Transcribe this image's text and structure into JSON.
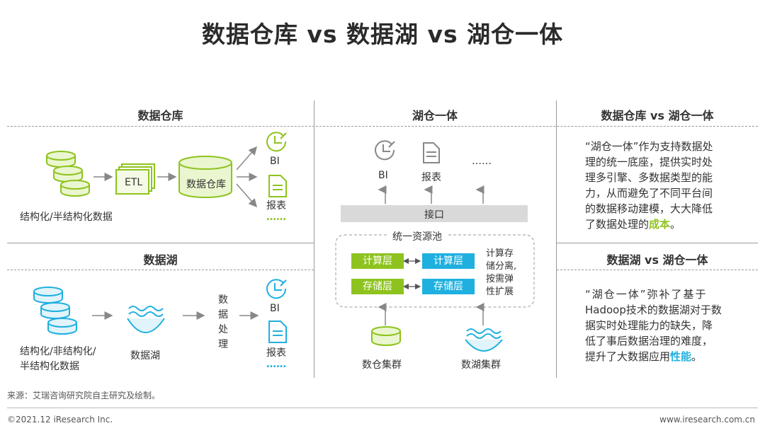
{
  "title": "数据仓库 vs 数据湖 vs 湖仓一体",
  "left": {
    "warehouse": {
      "header": "数据仓库",
      "source_label": "结构化/半结构化数据",
      "etl_label": "ETL",
      "store_label": "数据仓库",
      "outputs": [
        "BI",
        "报表",
        "……"
      ]
    },
    "lake": {
      "header": "数据湖",
      "source_label_1": "结构化/非结构化/",
      "source_label_2": "半结构化数据",
      "store_label": "数据湖",
      "process_label": [
        "数",
        "据",
        "处",
        "理"
      ],
      "outputs": [
        "BI",
        "报表",
        "……"
      ]
    }
  },
  "middle": {
    "header": "湖仓一体",
    "outputs": [
      "BI",
      "报表",
      "……"
    ],
    "interface_label": "接口",
    "pool_label": "统一资源池",
    "compute_label": "计算层",
    "storage_label": "存储层",
    "note_lines": [
      "计算存",
      "储分离,",
      "按需弹",
      "性扩展"
    ],
    "source_left": "数仓集群",
    "source_right": "数湖集群"
  },
  "right": {
    "block1": {
      "header": "数据仓库 vs 湖仓一体",
      "lines": [
        "“湖仓一体”作为支持数据处",
        "理的统一底座，提供实时处",
        "理多引擎、多数据类型的能",
        "力，从而避免了不同平台间",
        "的数据移动建模，大大降低"
      ],
      "last_prefix": "了数据处理的",
      "highlight": "成本",
      "last_suffix": "。"
    },
    "block2": {
      "header": "数据湖 vs 湖仓一体",
      "lines": [
        "“湖仓一体”弥补了基于",
        "Hadoop技术的数据湖对于数",
        "据实时处理能力的缺失，降",
        "低了事后数据治理的难度，"
      ],
      "last_prefix": "提升了大数据应用",
      "highlight": "性能",
      "last_suffix": "。"
    }
  },
  "source_note": "来源：艾瑞咨询研究院自主研究及绘制。",
  "copyright": "©2021.12 iResearch Inc.",
  "website": "www.iresearch.com.cn",
  "colors": {
    "green": "#8ec31f",
    "blue": "#1fb0e0",
    "gray": "#d9d9d9"
  }
}
